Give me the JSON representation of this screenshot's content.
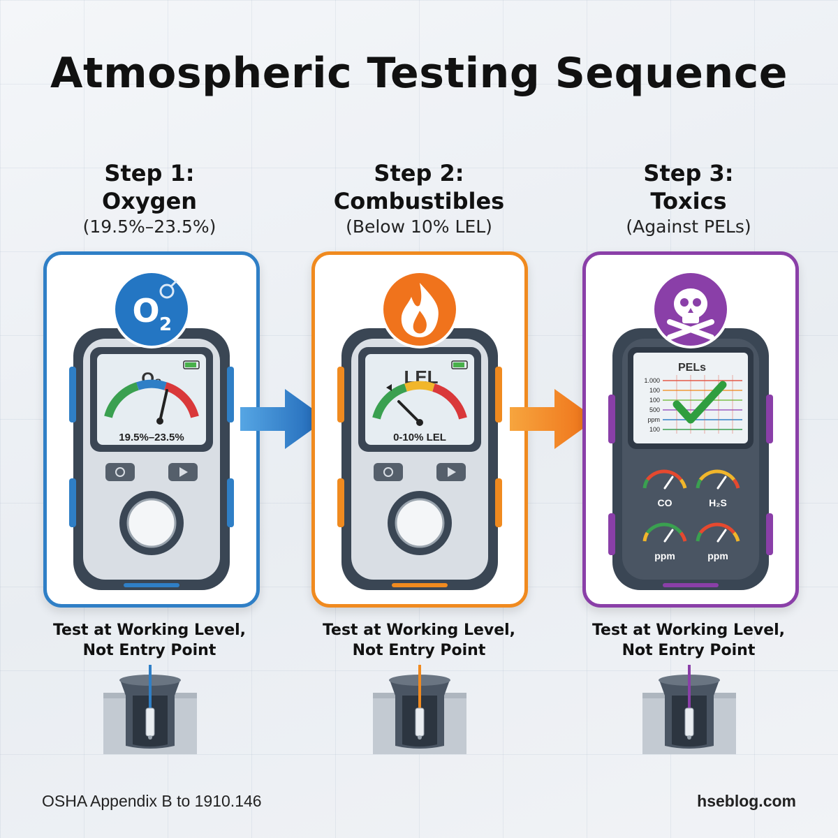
{
  "title": "Atmospheric Testing Sequence",
  "steps": [
    {
      "label": "Step 1:",
      "name": "Oxygen",
      "range": "(19.5%–23.5%)",
      "accent": "#2f7fc6",
      "icon": "o2-icon",
      "screen_title": "O₂",
      "screen_value": "19.5%–23.5%",
      "caption_line1": "Test at Working Level,",
      "caption_line2": "Not Entry Point"
    },
    {
      "label": "Step 2:",
      "name": "Combustibles",
      "range": "(Below 10% LEL)",
      "accent": "#f08a1f",
      "icon": "flame-icon",
      "screen_title": "LEL",
      "screen_value": "0-10% LEL",
      "caption_line1": "Test at Working Level,",
      "caption_line2": "Not Entry Point"
    },
    {
      "label": "Step 3:",
      "name": "Toxics",
      "range": "(Against PELs)",
      "accent": "#8a3fa8",
      "icon": "skull-crossbones-icon",
      "screen_title": "PELs",
      "screen_axis": [
        "1.000",
        "100",
        "100",
        "500",
        "ppm",
        "100"
      ],
      "gauges": [
        "CO",
        "H₂S",
        "ppm",
        "ppm"
      ],
      "caption_line1": "Test at Working Level,",
      "caption_line2": "Not Entry Point"
    }
  ],
  "footer": {
    "source": "OSHA Appendix B to 1910.146",
    "site": "hseblog.com"
  }
}
